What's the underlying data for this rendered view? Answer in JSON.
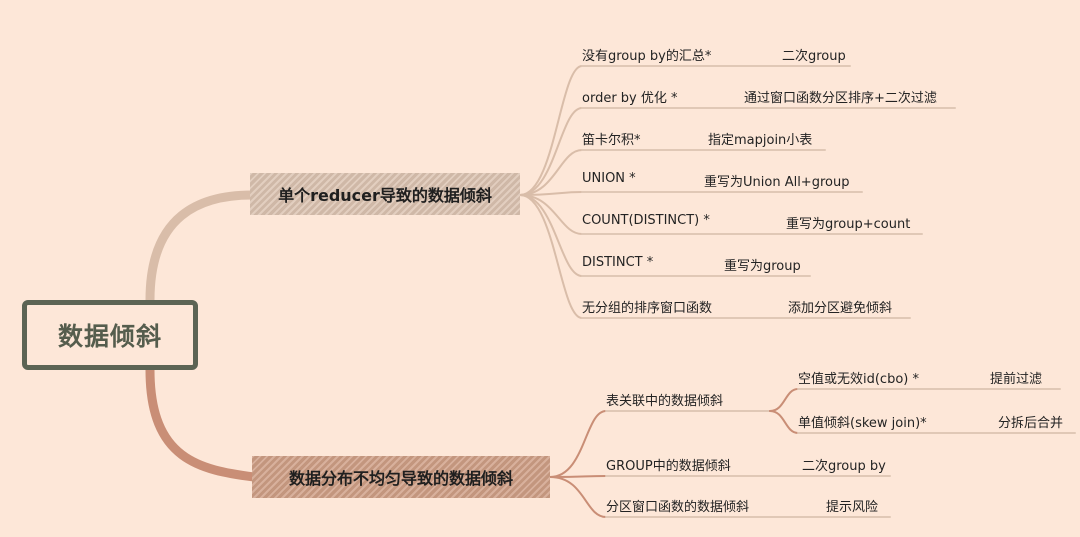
{
  "root": {
    "label": "数据倾斜"
  },
  "branches": [
    {
      "label": "单个reducer导致的数据倾斜",
      "items": [
        {
          "label": "没有group by的汇总*",
          "note": "二次group"
        },
        {
          "label": "order by 优化 *",
          "note": "通过窗口函数分区排序+二次过滤"
        },
        {
          "label": "笛卡尔积*",
          "note": "指定mapjoin小表"
        },
        {
          "label": "UNION *",
          "note": "重写为Union All+group"
        },
        {
          "label": "COUNT(DISTINCT) *",
          "note": "重写为group+count"
        },
        {
          "label": "DISTINCT *",
          "note": "重写为group"
        },
        {
          "label": "无分组的排序窗口函数",
          "note": "添加分区避免倾斜"
        }
      ]
    },
    {
      "label": "数据分布不均匀导致的数据倾斜",
      "items": [
        {
          "label": "表关联中的数据倾斜",
          "children": [
            {
              "label": "空值或无效id(cbo) *",
              "note": "提前过滤"
            },
            {
              "label": "单值倾斜(skew join)*",
              "note": "分拆后合并"
            }
          ]
        },
        {
          "label": "GROUP中的数据倾斜",
          "note": "二次group by"
        },
        {
          "label": "分区窗口函数的数据倾斜",
          "note": "提示风险"
        }
      ]
    }
  ],
  "colors": {
    "background": "#fde7d8",
    "root_border": "#5c6454",
    "branch1": "#dcc3b1",
    "branch2": "#cf9f86",
    "line1": "#d9bda9",
    "line2": "#c98e76",
    "underline": "#e0c8b6"
  }
}
